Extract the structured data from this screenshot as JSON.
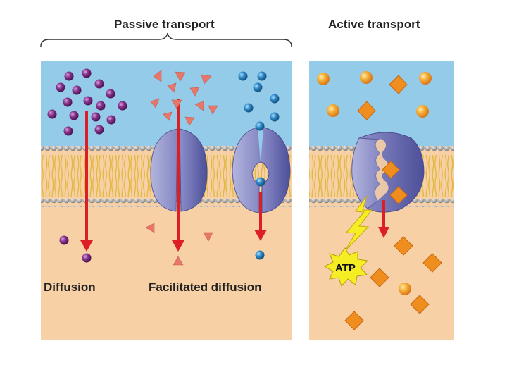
{
  "titles": {
    "passive": "Passive transport",
    "active": "Active transport"
  },
  "labels": {
    "diffusion": "Diffusion",
    "facilitated": "Facilitated diffusion",
    "atp": "ATP"
  },
  "colors": {
    "extracellular": "#93cbe8",
    "cytoplasm": "#f7d0a5",
    "lipid_head": "#b8b9ba",
    "lipid_tail": "#e8c45a",
    "protein": "#9c9ed0",
    "arrow": "#dc1f26",
    "purple_molecule": "#7b2a84",
    "triangle_molecule": "#e8776a",
    "blue_molecule": "#2e83c3",
    "orange_molecule": "#f2a125",
    "atp_burst": "#f6ee24"
  }
}
